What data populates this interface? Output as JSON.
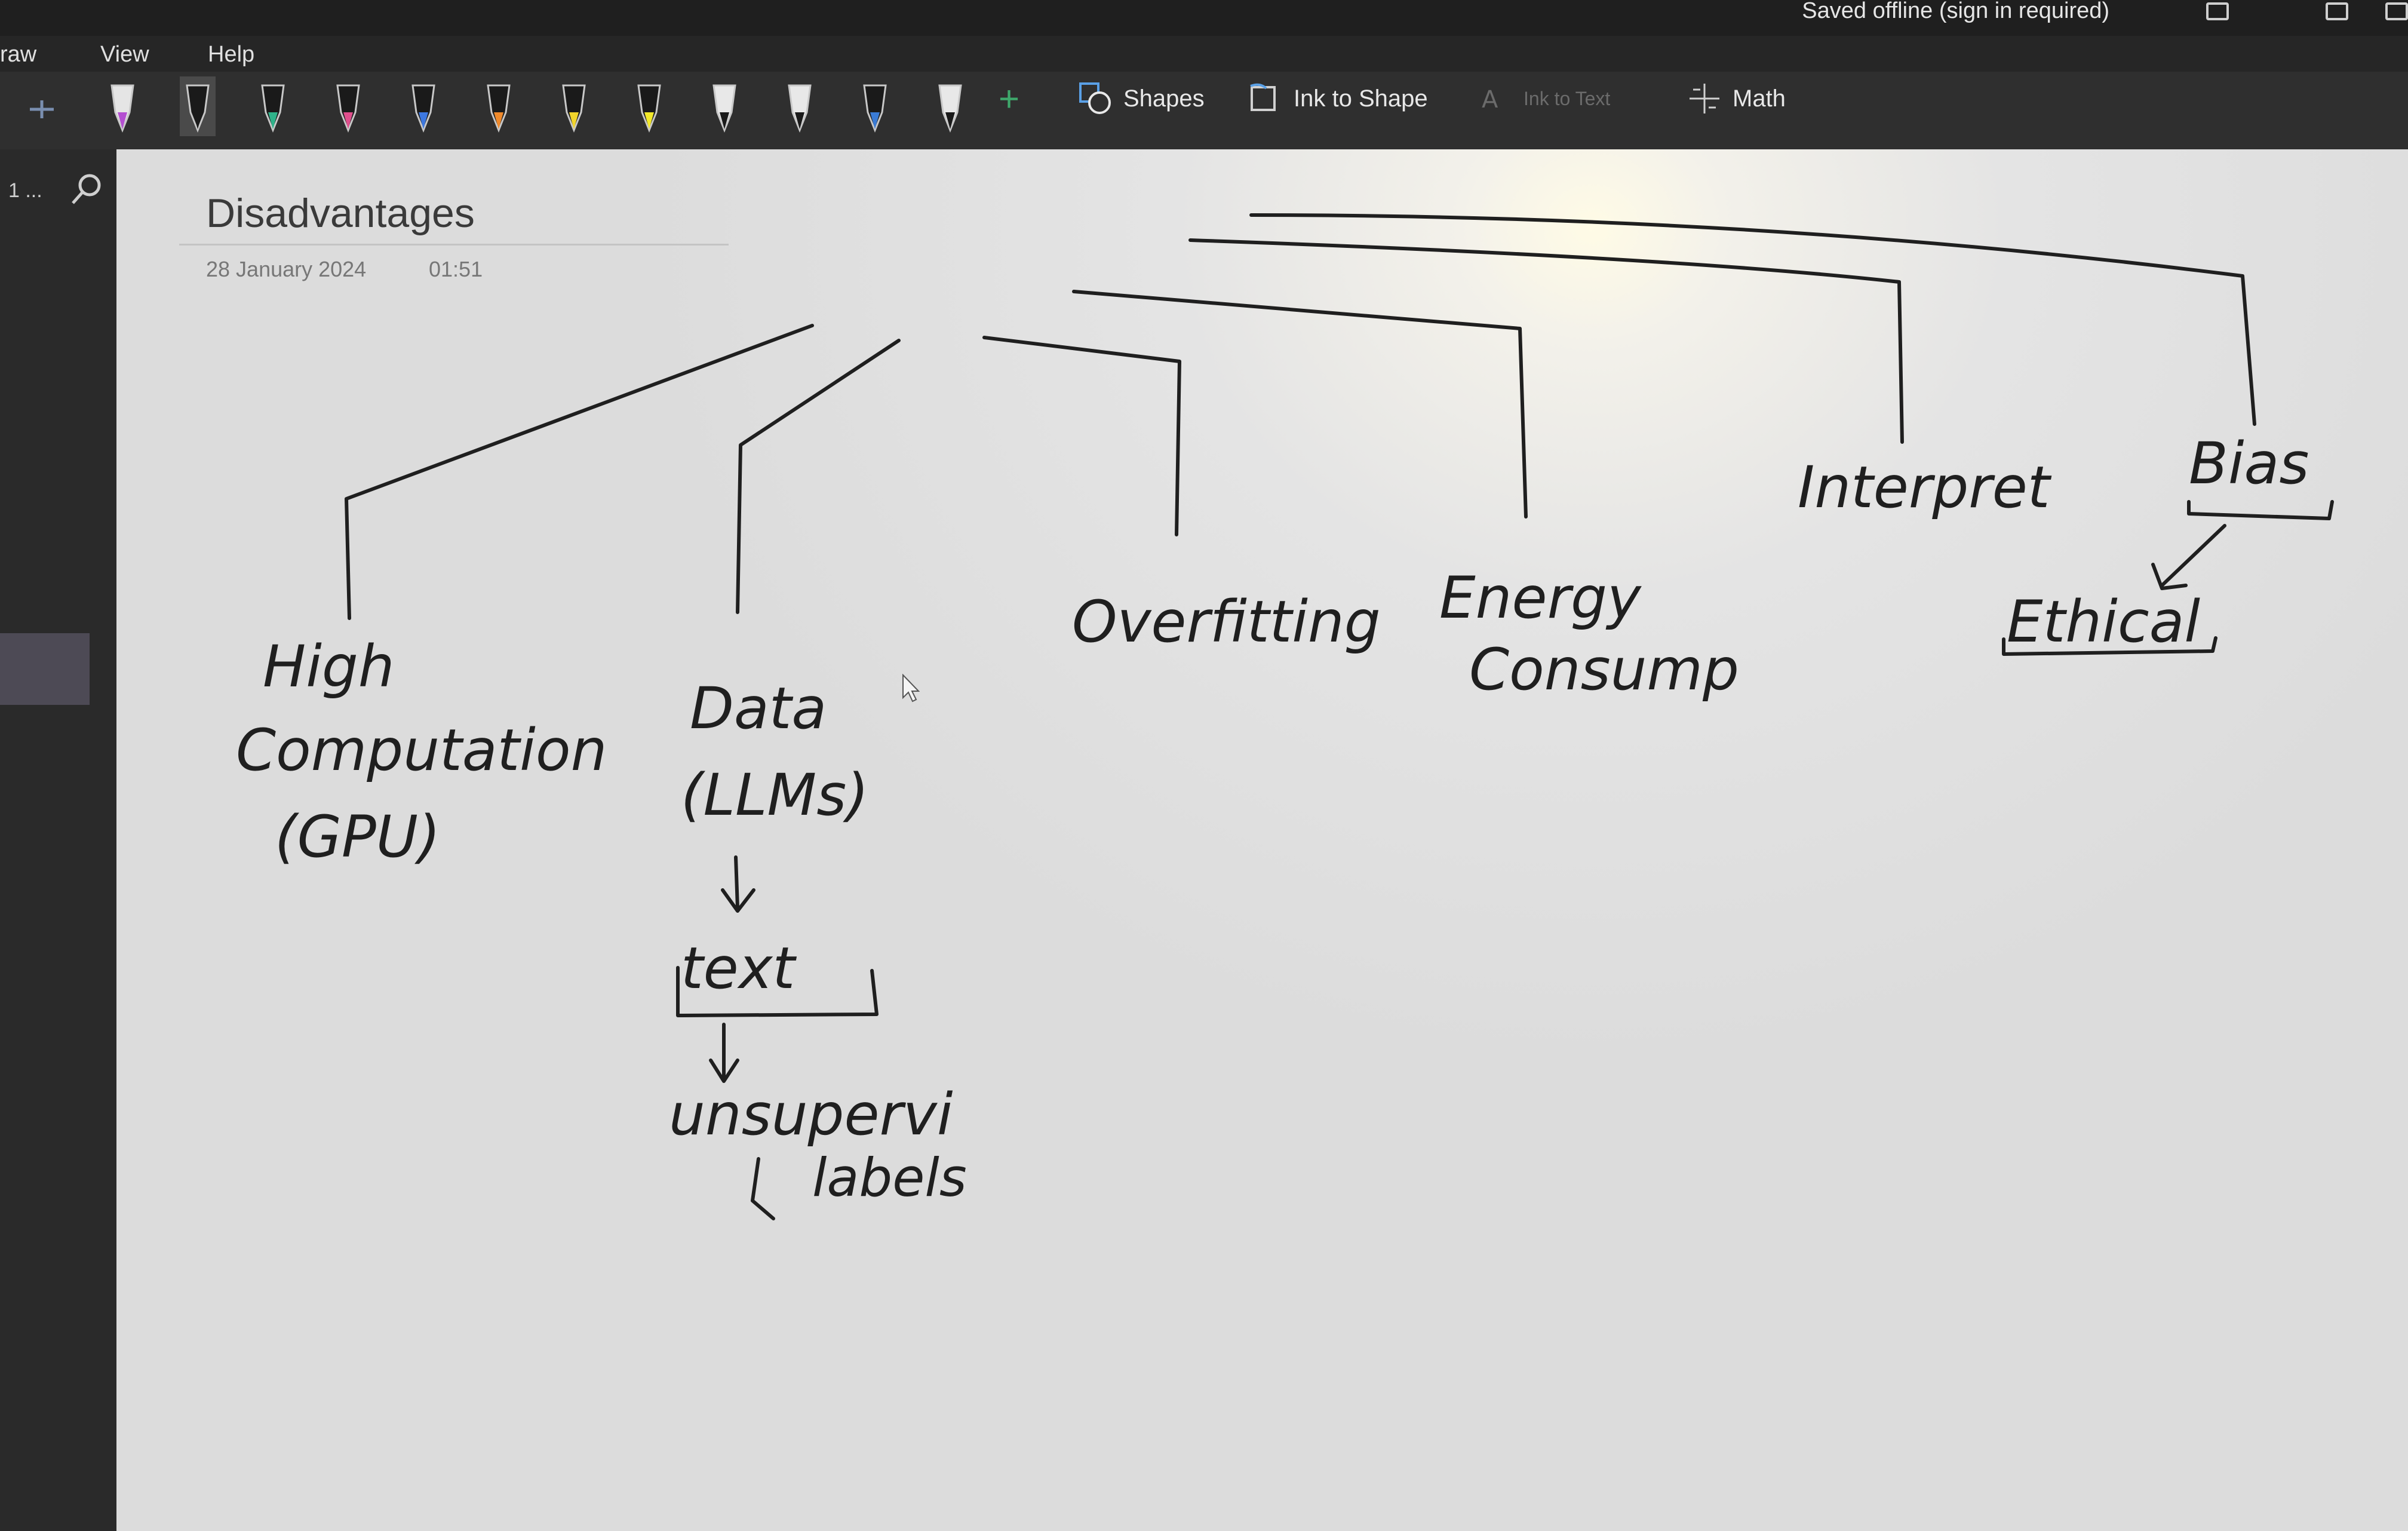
{
  "titlebar": {
    "status": "Saved offline (sign in required)"
  },
  "menu": {
    "items": [
      "raw",
      "View",
      "Help"
    ]
  },
  "ribbon": {
    "pens": [
      {
        "name": "eraser-pen",
        "color": "#e5e5e5",
        "tip": "#b44fd1"
      },
      {
        "name": "black-pen",
        "color": "#1a1a1a",
        "tip": "#1a1a1a"
      },
      {
        "name": "green-pen",
        "color": "#1a1a1a",
        "tip": "#2fb38a"
      },
      {
        "name": "pink-pen",
        "color": "#1a1a1a",
        "tip": "#e04f8d"
      },
      {
        "name": "blue-pen",
        "color": "#1a1a1a",
        "tip": "#3d78e0"
      },
      {
        "name": "orange-pen",
        "color": "#1a1a1a",
        "tip": "#f08a2c"
      },
      {
        "name": "yellow-pen",
        "color": "#1a1a1a",
        "tip": "#f2d52b"
      },
      {
        "name": "yellow-highlighter",
        "color": "#1a1a1a",
        "tip": "#f2e82b"
      },
      {
        "name": "wide-pen",
        "color": "#e8e8e8",
        "tip": "#1a1a1a"
      },
      {
        "name": "white-pen",
        "color": "#e8e8e8",
        "tip": "#1a1a1a"
      },
      {
        "name": "navy-pen",
        "color": "#1a1a1a",
        "tip": "#3a7bd5"
      },
      {
        "name": "white-pen-2",
        "color": "#e8e8e8",
        "tip": "#1a1a1a"
      }
    ],
    "shapes_label": "Shapes",
    "ink_to_shape_label": "Ink to Shape",
    "ink_to_text_label": "Ink to Text",
    "math_label": "Math"
  },
  "sidebar": {
    "page_label": "1 ..."
  },
  "page": {
    "title": "Disadvantages",
    "date": "28 January 2024",
    "time": "01:51"
  },
  "handwriting": {
    "high_1": "High",
    "high_2": "Computation",
    "high_3": "(GPU)",
    "data_1": "Data",
    "data_2": "(LLMs)",
    "text_box": "text",
    "unsup": "unsupervi",
    "labels": "labels",
    "overfitting": "Overfitting",
    "energy_1": "Energy",
    "energy_2": "Consump",
    "interpret": "Interpret",
    "bias": "Bias",
    "ethical": "Ethical"
  },
  "colors": {
    "ink": "#1f1f1f",
    "page": "#e0e0e0",
    "ribbon": "#2f2f2f"
  }
}
